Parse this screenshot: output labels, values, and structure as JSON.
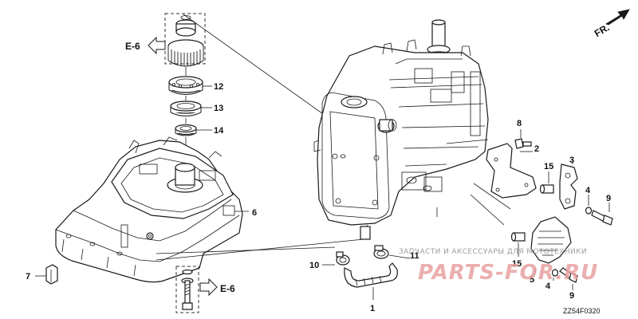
{
  "header": {
    "direction_label": "FR."
  },
  "parts": {
    "callouts": [
      {
        "id": "c1",
        "label": "1"
      },
      {
        "id": "c2",
        "label": "2"
      },
      {
        "id": "c3",
        "label": "3"
      },
      {
        "id": "c4a",
        "label": "4"
      },
      {
        "id": "c4b",
        "label": "4"
      },
      {
        "id": "c5",
        "label": "5"
      },
      {
        "id": "c6",
        "label": "6"
      },
      {
        "id": "c7",
        "label": "7"
      },
      {
        "id": "c8",
        "label": "8"
      },
      {
        "id": "c9a",
        "label": "9"
      },
      {
        "id": "c9b",
        "label": "9"
      },
      {
        "id": "c10",
        "label": "10"
      },
      {
        "id": "c11",
        "label": "11"
      },
      {
        "id": "c12",
        "label": "12"
      },
      {
        "id": "c13",
        "label": "13"
      },
      {
        "id": "c14",
        "label": "14"
      },
      {
        "id": "c15a",
        "label": "15"
      },
      {
        "id": "c15b",
        "label": "15"
      }
    ],
    "references": [
      {
        "id": "r1",
        "label": "E-6"
      },
      {
        "id": "r2",
        "label": "E-6"
      }
    ]
  },
  "footer": {
    "diagram_code": "ZZ54F0320"
  },
  "watermark": {
    "line": "ЗАПЧАСТИ И АКСЕССУАРЫ ДЛЯ МОТОТЕХНИКИ",
    "brand": "PARTS-FOR.RU"
  }
}
